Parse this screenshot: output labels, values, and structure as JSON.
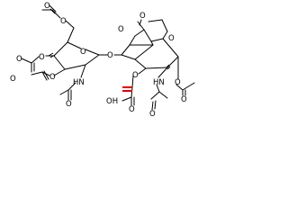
{
  "molecule": {
    "labels": {
      "o_ac6": "O",
      "o_ac6_carbonyl": "O",
      "o_ring_left": "O",
      "o_ac4": "O",
      "o_ac4_carbonyl": "O",
      "o_ac3": "O",
      "o_ac3_carbonyl": "O",
      "o_glycosidic": "O",
      "nh_left": "HN",
      "o_nac_left": "O",
      "o_ac_right": "O",
      "o_ac_right_carbonyl": "O",
      "o_ring_right": "O",
      "o_ether": "O",
      "nh_right": "HN",
      "o_nac_right": "O",
      "o_anomeric": "O",
      "o_anomeric_carbonyl": "O",
      "o_lactyl_carbonyl": "O",
      "oh_lactyl": "OH"
    },
    "colors": {
      "bond": "#000000",
      "stereo_hash": "#000000",
      "methyl_highlight": "#e00000"
    }
  }
}
